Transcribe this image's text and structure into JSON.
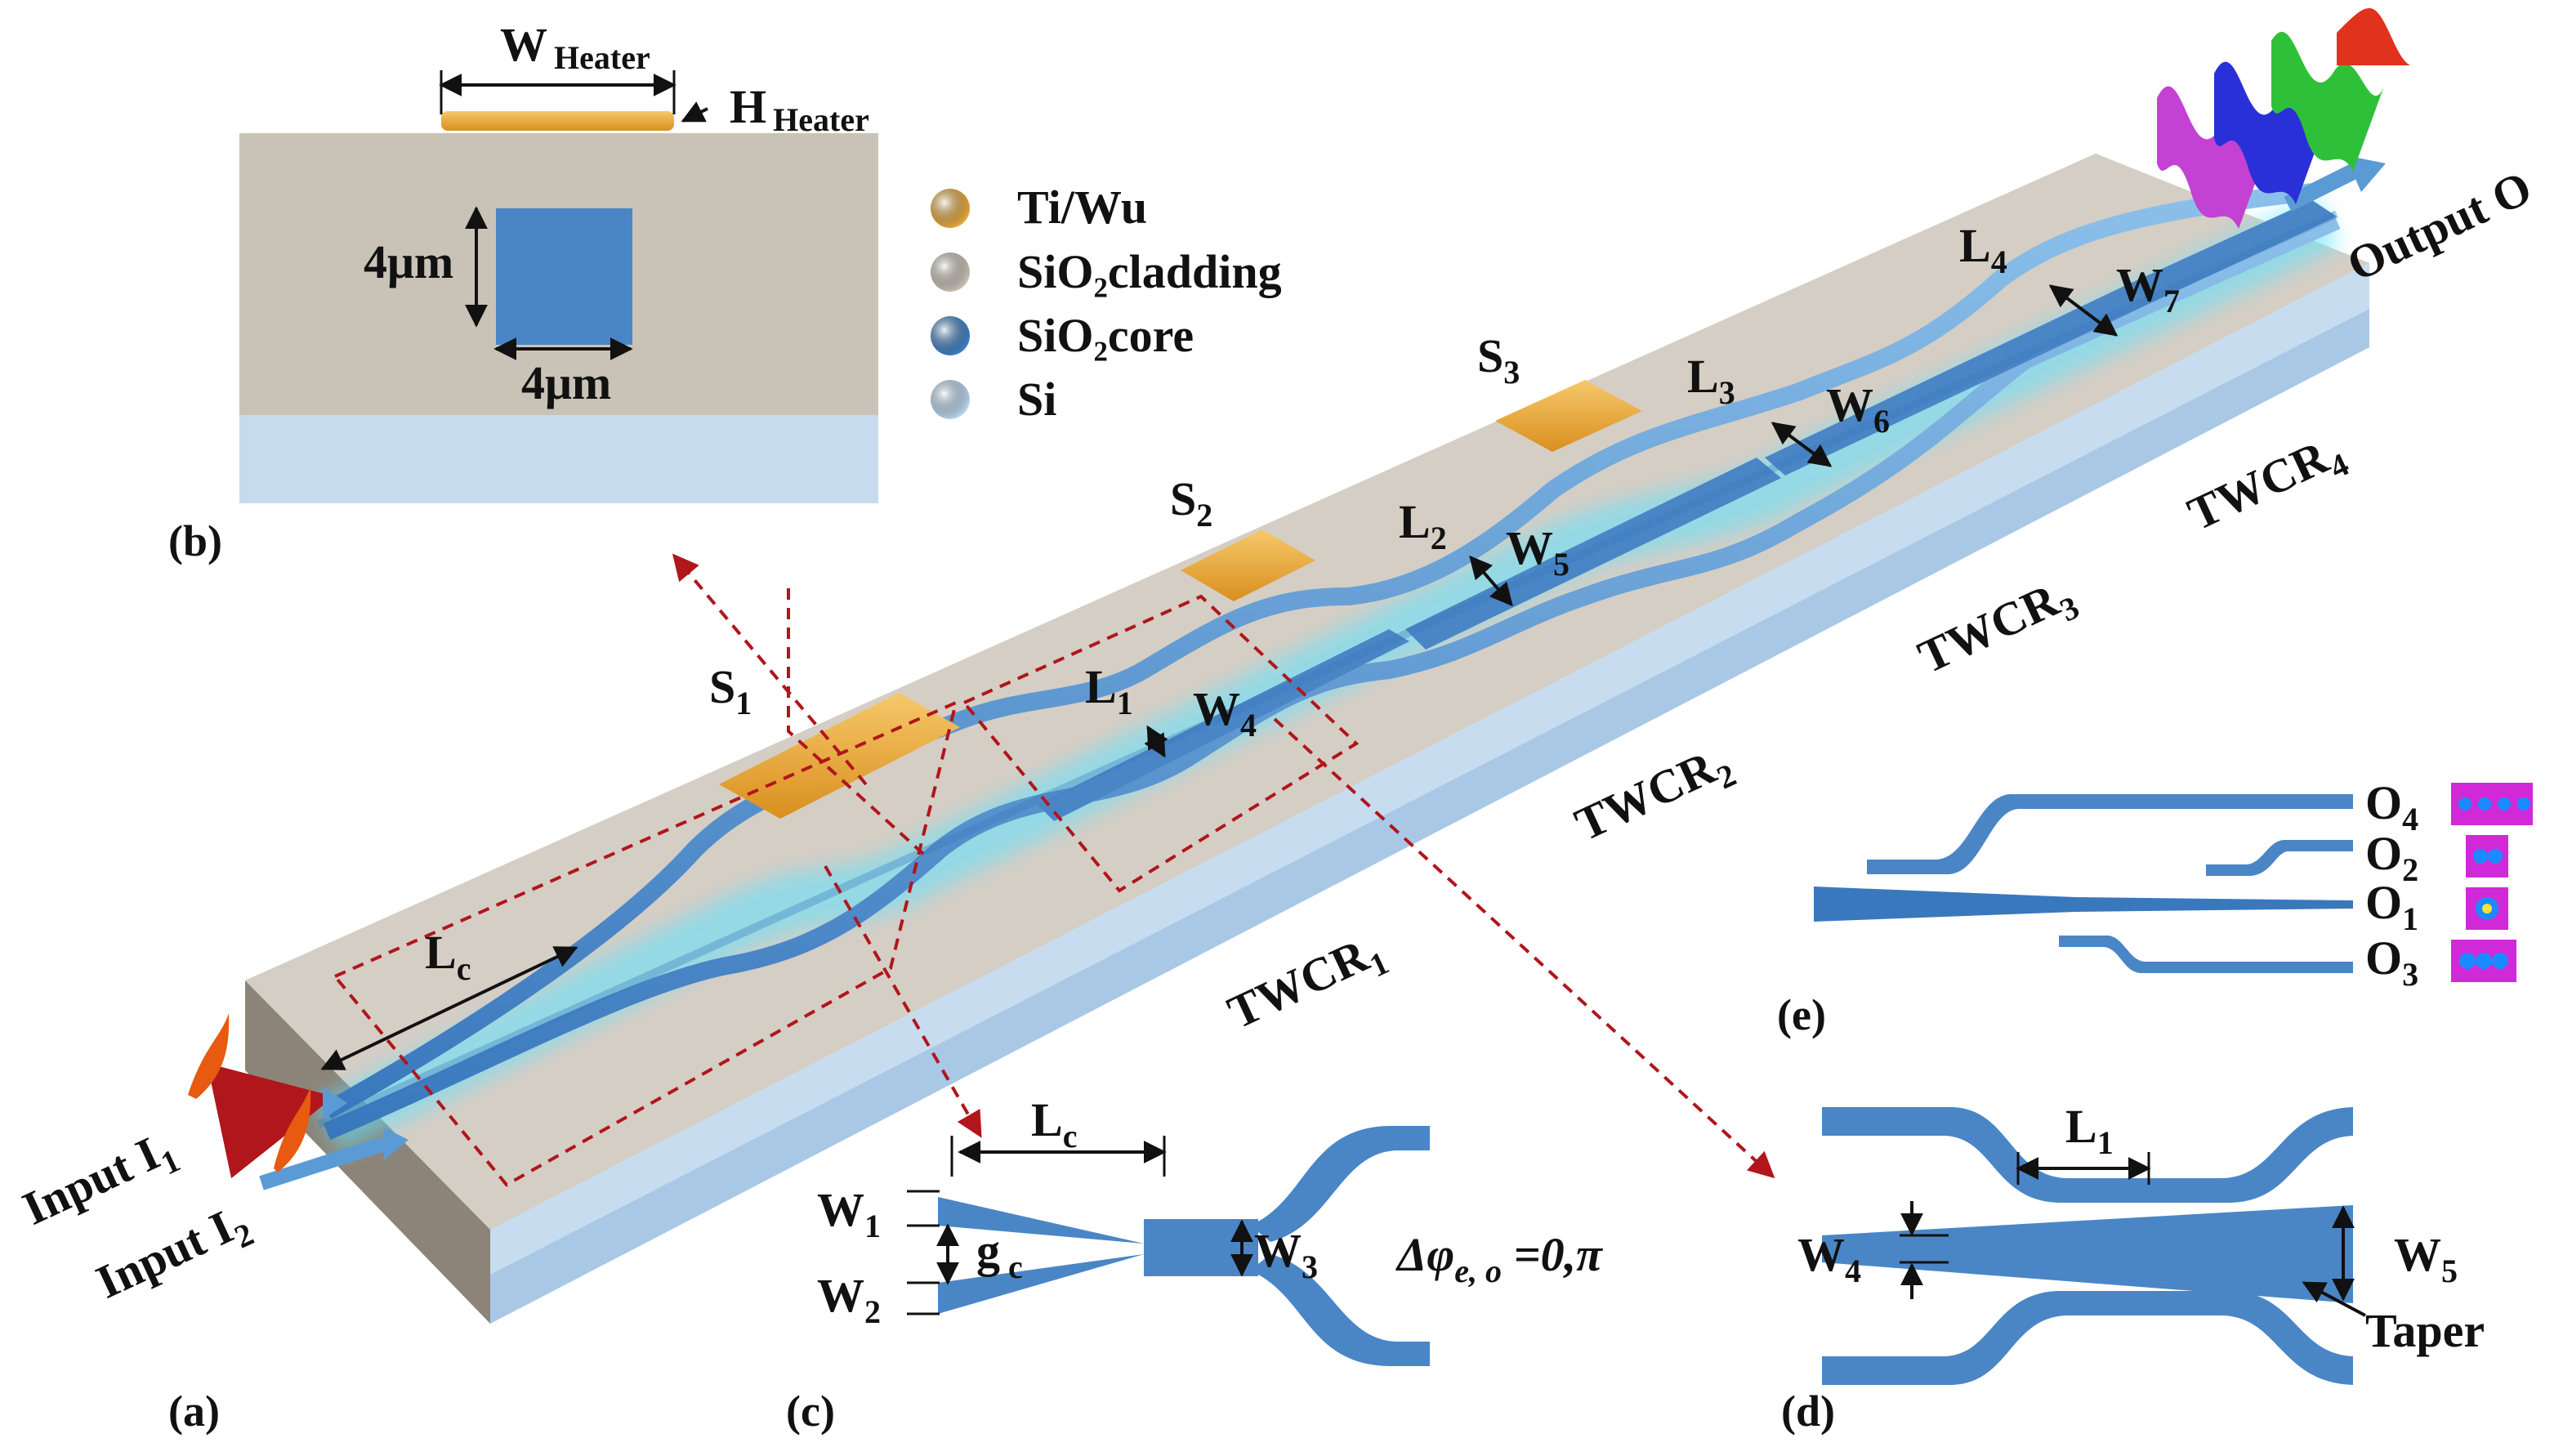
{
  "panels": {
    "a": "(a)",
    "b": "(b)",
    "c": "(c)",
    "d": "(d)",
    "e": "(e)"
  },
  "legend": [
    {
      "label": "Ti/Wu",
      "color": "#e8a93a"
    },
    {
      "label": "SiO₂cladding",
      "color": "#c9c2b6"
    },
    {
      "label": "SiO₂core",
      "color": "#3f7fc2"
    },
    {
      "label": "Si",
      "color": "#bcd8f0"
    }
  ],
  "cross_section": {
    "heater_width": "W",
    "heater_width_sub": "Heater",
    "heater_height": "H",
    "heater_height_sub": "Heater",
    "core_height": "4μm",
    "core_width": "4μm"
  },
  "device": {
    "heaters": [
      {
        "main": "S",
        "sub": "1"
      },
      {
        "main": "S",
        "sub": "2"
      },
      {
        "main": "S",
        "sub": "3"
      }
    ],
    "lengths": [
      {
        "main": "L",
        "sub": "c"
      },
      {
        "main": "L",
        "sub": "1"
      },
      {
        "main": "L",
        "sub": "2"
      },
      {
        "main": "L",
        "sub": "3"
      },
      {
        "main": "L",
        "sub": "4"
      }
    ],
    "widths": [
      {
        "main": "W",
        "sub": "4"
      },
      {
        "main": "W",
        "sub": "5"
      },
      {
        "main": "W",
        "sub": "6"
      },
      {
        "main": "W",
        "sub": "7"
      }
    ],
    "sections": [
      {
        "main": "TWCR",
        "sub": "1"
      },
      {
        "main": "TWCR",
        "sub": "2"
      },
      {
        "main": "TWCR",
        "sub": "3"
      },
      {
        "main": "TWCR",
        "sub": "4"
      }
    ],
    "inputs": [
      {
        "main": "Input I",
        "sub": "1"
      },
      {
        "main": "Input I",
        "sub": "2"
      }
    ],
    "output": "Output O"
  },
  "detail_c": {
    "lc": {
      "main": "L",
      "sub": "c"
    },
    "w1": {
      "main": "W",
      "sub": "1"
    },
    "w2": {
      "main": "W",
      "sub": "2"
    },
    "w3": {
      "main": "W",
      "sub": "3"
    },
    "gc": {
      "main": "g",
      "sub": " c"
    },
    "phase": "Δφ",
    "phase_sub": "e, o",
    "phase_val": " =0,π"
  },
  "detail_d": {
    "l1": {
      "main": "L",
      "sub": "1"
    },
    "w4": {
      "main": "W",
      "sub": "4"
    },
    "w5": {
      "main": "W",
      "sub": "5"
    },
    "taper": "Taper"
  },
  "detail_e": {
    "outputs": [
      {
        "main": "O",
        "sub": "4"
      },
      {
        "main": "O",
        "sub": "2"
      },
      {
        "main": "O",
        "sub": "1"
      },
      {
        "main": "O",
        "sub": "3"
      }
    ]
  }
}
